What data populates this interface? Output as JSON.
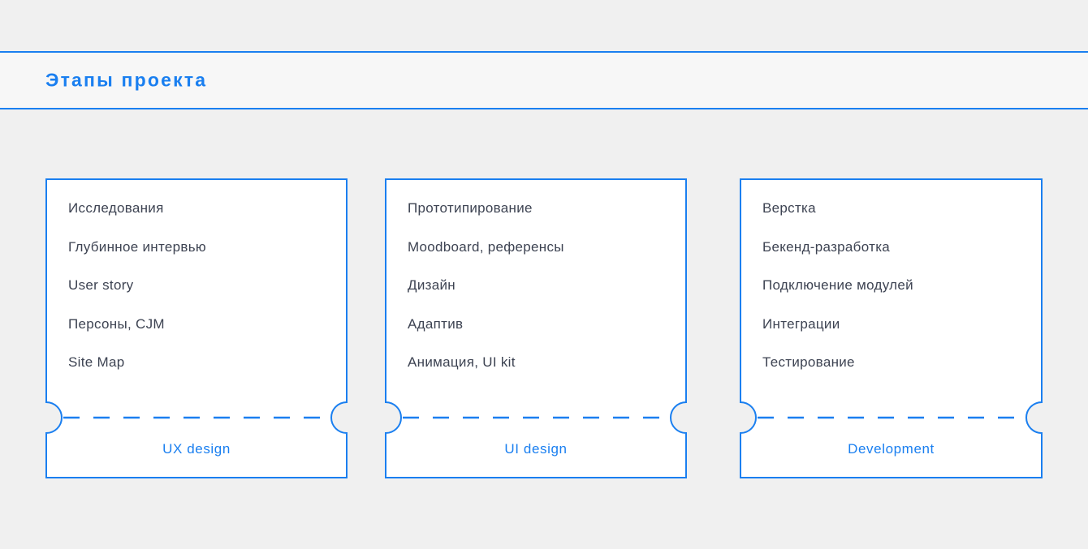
{
  "header": {
    "title": "Этапы проекта"
  },
  "colors": {
    "accent": "#1a7ff0",
    "page_background": "#f0f0f0",
    "band_background": "#f7f7f7",
    "card_background": "#ffffff",
    "item_text": "#3d4352"
  },
  "cards": [
    {
      "footer_label": "UX design",
      "items": [
        "Исследования",
        "Глубинное интервью",
        "User story",
        "Персоны, CJM",
        "Site Map"
      ]
    },
    {
      "footer_label": "UI design",
      "items": [
        "Прототипирование",
        "Moodboard, референсы",
        "Дизайн",
        "Адаптив",
        "Анимация, UI kit"
      ]
    },
    {
      "footer_label": "Development",
      "items": [
        "Верстка",
        "Бекенд-разработка",
        "Подключение модулей",
        "Интеграции",
        "Тестирование"
      ]
    }
  ]
}
